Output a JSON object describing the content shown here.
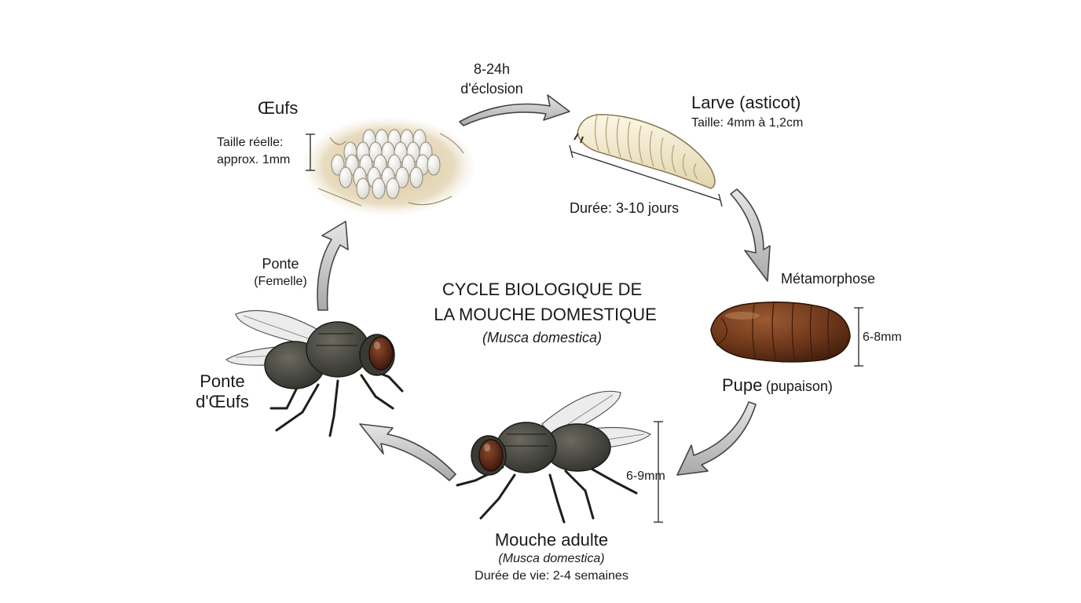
{
  "title": {
    "line1": "CYCLE BIOLOGIQUE DE",
    "line2": "LA MOUCHE DOMESTIQUE",
    "species": "(Musca domestica)"
  },
  "stages": {
    "eggs": {
      "name": "Œufs",
      "size_label_1": "Taille réelle:",
      "size_label_2": "approx. 1mm"
    },
    "larva": {
      "name": "Larve (asticot)",
      "size": "Taille: 4mm à 1,2cm",
      "duration": "Durée: 3-10 jours"
    },
    "pupa": {
      "name": "Pupe",
      "name_extra": "(pupaison)",
      "size": "6-8mm"
    },
    "adult": {
      "name": "Mouche adulte",
      "species": "(Musca domestica)",
      "lifespan": "Durée de vie: 2-4 semaines",
      "size": "6-9mm"
    }
  },
  "transitions": {
    "hatch_time": "8-24h",
    "hatch_label": "d'éclosion",
    "metamorphosis": "Métamorphose",
    "laying": "Ponte",
    "laying_female": "(Femelle)",
    "egg_laying_1": "Ponte",
    "egg_laying_2": "d'Œufs"
  },
  "icons": [
    "eggs-illustration",
    "larva-illustration",
    "pupa-illustration",
    "adult-fly-illustration",
    "egg-laying-fly-illustration",
    "cycle-arrow"
  ]
}
